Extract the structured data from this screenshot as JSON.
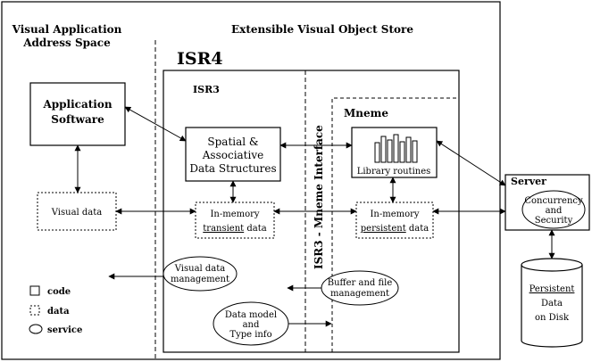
{
  "headings": {
    "left_line1": "Visual Application",
    "left_line2": "Address Space",
    "store": "Extensible Visual Object Store"
  },
  "labels": {
    "isr4": "ISR4",
    "isr3": "ISR3",
    "mneme": "Mneme",
    "mneme_interface": "ISR3 - Mneme Interface"
  },
  "nodes": {
    "app_software": {
      "line1": "Application",
      "line2": "Software"
    },
    "spatial": {
      "line1": "Spatial &",
      "line2": "Associative",
      "line3": "Data Structures"
    },
    "library": {
      "text": "Library routines"
    },
    "server": {
      "title": "Server",
      "service_line1": "Concurrency",
      "service_line2": "and",
      "service_line3": "Security"
    },
    "visual_data": {
      "text": "Visual data"
    },
    "transient": {
      "line1": "In-memory",
      "line2_u": "transient",
      "line2_rest": " data"
    },
    "persistent": {
      "line1": "In-memory",
      "line2_u": "persistent",
      "line2_rest": " data"
    },
    "visual_mgmt": {
      "line1": "Visual data",
      "line2": "management"
    },
    "buffer_mgmt": {
      "line1": "Buffer and file",
      "line2": "management"
    },
    "data_model": {
      "line1": "Data model",
      "line2": "and",
      "line3": "Type info"
    },
    "disk": {
      "line1": "Persistent",
      "line2": "Data",
      "line3": "on Disk"
    }
  },
  "legend": [
    {
      "shape": "solid-square",
      "label": "code"
    },
    {
      "shape": "dotted-square",
      "label": "data"
    },
    {
      "shape": "ellipse",
      "label": "service"
    }
  ],
  "colors": {
    "ink": "#000000",
    "background": "#ffffff"
  }
}
